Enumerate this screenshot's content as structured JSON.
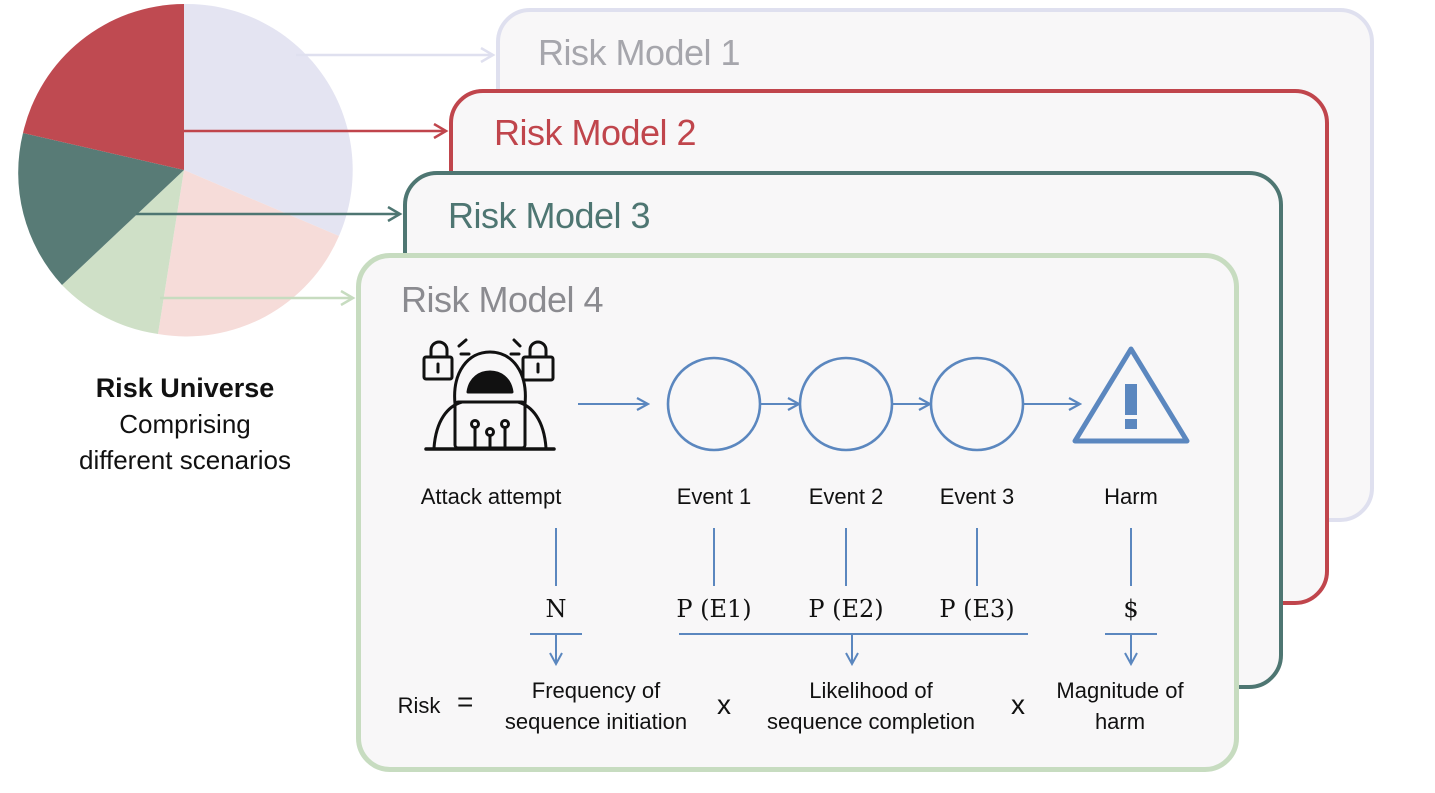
{
  "colors": {
    "model1": "#dfe0ef",
    "model2": "#c0454c",
    "model3": "#4e7672",
    "model4": "#c7dcc0",
    "title1": "#a6a6ac",
    "title4": "#8b8b90",
    "flow_blue": "#5b87bf",
    "slice_lavender": "#e4e4f2",
    "slice_red": "#bf4a51",
    "slice_teal": "#587b76",
    "slice_green": "#cfe0c7",
    "slice_pink": "#f6dcd9"
  },
  "risk_models": [
    {
      "title": "Risk Model 1"
    },
    {
      "title": "Risk Model 2"
    },
    {
      "title": "Risk Model 3"
    },
    {
      "title": "Risk Model 4"
    }
  ],
  "pie": {
    "slices": [
      {
        "name": "lavender",
        "fraction": 0.3
      },
      {
        "name": "pink",
        "fraction": 0.24
      },
      {
        "name": "green",
        "fraction": 0.13
      },
      {
        "name": "teal",
        "fraction": 0.15
      },
      {
        "name": "red",
        "fraction": 0.18
      }
    ]
  },
  "universe": {
    "title": "Risk Universe",
    "subtitle_line1": "Comprising",
    "subtitle_line2": "different scenarios"
  },
  "flow": {
    "attack_label": "Attack attempt",
    "event1_label": "Event 1",
    "event2_label": "Event 2",
    "event3_label": "Event 3",
    "harm_label": "Harm",
    "n_symbol": "N",
    "p1_symbol": "P (E1)",
    "p2_symbol": "P (E2)",
    "p3_symbol": "P (E3)",
    "dollar_symbol": "$"
  },
  "icons": {
    "attacker": "hacker-icon",
    "lock": "padlock-icon",
    "harm": "warning-triangle-icon"
  },
  "formula": {
    "risk": "Risk",
    "equals": "=",
    "times": "x",
    "frequency_line1": "Frequency of",
    "frequency_line2": "sequence initiation",
    "likelihood_line1": "Likelihood of",
    "likelihood_line2": "sequence completion",
    "magnitude_line1": "Magnitude of",
    "magnitude_line2": "harm"
  }
}
